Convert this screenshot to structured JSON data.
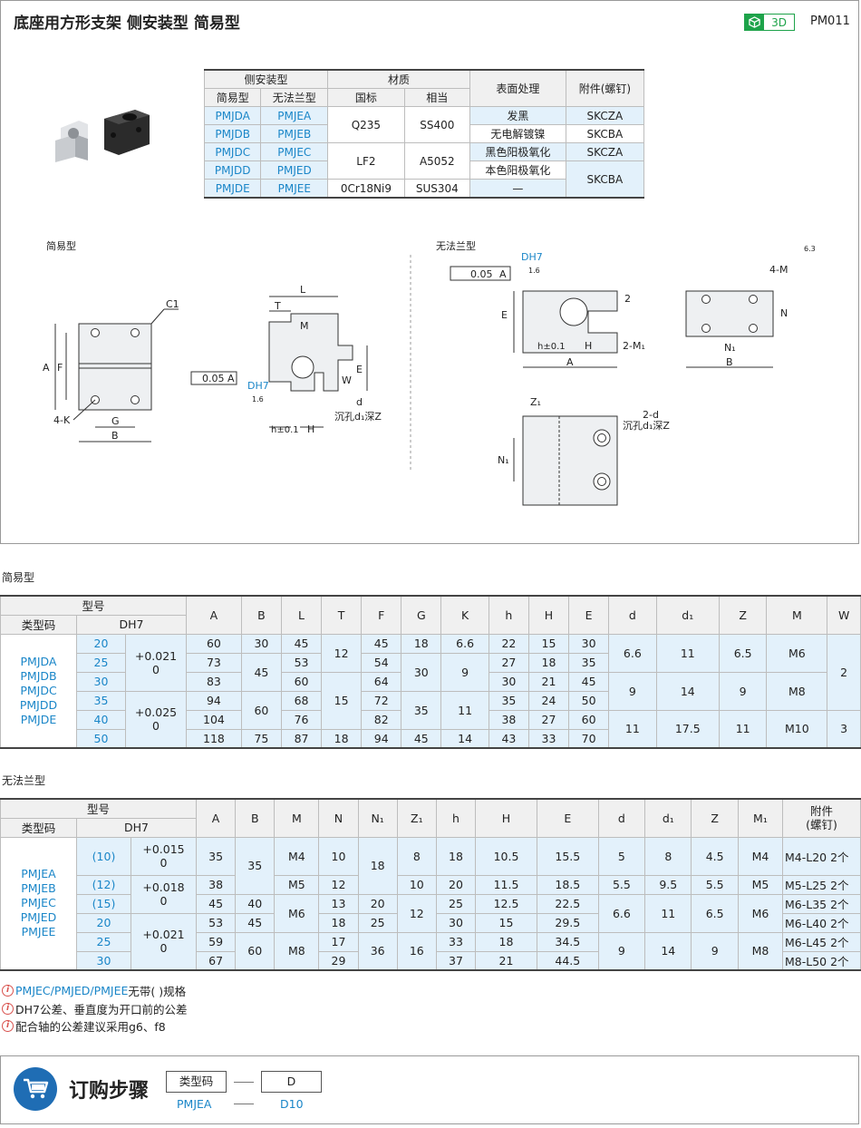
{
  "title": "底座用方形支架  侧安装型  简易型",
  "badge_3d": "3D",
  "product_code": "PM011",
  "colors": {
    "accent_blue": "#1a86c8",
    "light_blue": "#e3f1fb",
    "green": "#1ea34a",
    "cart_blue": "#1f6db4"
  },
  "material_table": {
    "h_side_mount": "侧安装型",
    "h_material": "材质",
    "h_surface": "表面处理",
    "h_accessory": "附件(螺钉)",
    "h_simple": "简易型",
    "h_noflange": "无法兰型",
    "h_gb": "国标",
    "h_equiv": "相当",
    "rows": [
      {
        "simple": "PMJDA",
        "noflange": "PMJEA",
        "surface": "发黑",
        "acc": "SKCZA"
      },
      {
        "simple": "PMJDB",
        "noflange": "PMJEB",
        "surface": "无电解镀镍",
        "acc": "SKCBA"
      },
      {
        "simple": "PMJDC",
        "noflange": "PMJEC",
        "surface": "黑色阳极氧化",
        "acc": "SKCZA"
      },
      {
        "simple": "PMJDD",
        "noflange": "PMJED",
        "surface": "本色阳极氧化",
        "acc": "SKCBA"
      },
      {
        "simple": "PMJDE",
        "noflange": "PMJEE",
        "surface": "—",
        "acc": ""
      }
    ],
    "mat_gb": [
      "Q235",
      "LF2",
      "0Cr18Ni9"
    ],
    "mat_eq": [
      "SS400",
      "A5052",
      "SUS304"
    ]
  },
  "drawing": {
    "label_simple": "简易型",
    "label_noflange": "无法兰型",
    "C1": "C1",
    "A": "A",
    "F": "F",
    "G": "G",
    "B": "B",
    "K4": "4-K",
    "L": "L",
    "T": "T",
    "M": "M",
    "tol": "0.05",
    "datumA": "A",
    "DH7": "DH7",
    "rough": "1.6",
    "W": "W",
    "E": "E",
    "d": "d",
    "counterbore": "沉孔d₁深Z",
    "h01": "h±0.1",
    "H": "H",
    "n2": "2",
    "M1x2": "2-M₁",
    "M4": "4-M",
    "N": "N",
    "N1": "N₁",
    "Z1": "Z₁",
    "d2": "2-d",
    "r63": "6.3"
  },
  "simple_section": "简易型",
  "simple_table": {
    "h_model": "型号",
    "h_type": "类型码",
    "h_dh7": "DH7",
    "cols": [
      "A",
      "B",
      "L",
      "T",
      "F",
      "G",
      "K",
      "h",
      "H",
      "E",
      "d",
      "d₁",
      "Z",
      "M",
      "W"
    ],
    "types": [
      "PMJDA",
      "PMJDB",
      "PMJDC",
      "PMJDD",
      "PMJDE"
    ],
    "D": [
      "20",
      "25",
      "30",
      "35",
      "40",
      "50"
    ],
    "tol": [
      "+0.021\n0",
      "+0.025\n0"
    ],
    "A": [
      "60",
      "73",
      "83",
      "94",
      "104",
      "118"
    ],
    "B": [
      "30",
      "45",
      "60",
      "75"
    ],
    "L": [
      "45",
      "53",
      "60",
      "68",
      "76",
      "87"
    ],
    "T": [
      "12",
      "15",
      "18"
    ],
    "F": [
      "45",
      "54",
      "64",
      "72",
      "82",
      "94"
    ],
    "G": [
      "18",
      "30",
      "35",
      "45"
    ],
    "K": [
      "6.6",
      "9",
      "11",
      "14"
    ],
    "h": [
      "22",
      "27",
      "30",
      "35",
      "38",
      "43"
    ],
    "H": [
      "15",
      "18",
      "21",
      "24",
      "27",
      "33"
    ],
    "E": [
      "30",
      "35",
      "45",
      "50",
      "60",
      "70"
    ],
    "d": [
      "6.6",
      "9",
      "11"
    ],
    "d1": [
      "11",
      "14",
      "17.5"
    ],
    "Z": [
      "6.5",
      "9",
      "11"
    ],
    "M": [
      "M6",
      "M8",
      "M10"
    ],
    "W": [
      "2",
      "3"
    ]
  },
  "noflange_section": "无法兰型",
  "noflange_table": {
    "h_model": "型号",
    "h_type": "类型码",
    "h_dh7": "DH7",
    "cols": [
      "A",
      "B",
      "M",
      "N",
      "N₁",
      "Z₁",
      "h",
      "H",
      "E",
      "d",
      "d₁",
      "Z",
      "M₁"
    ],
    "h_acc": "附件\n(螺钉)",
    "types": [
      "PMJEA",
      "PMJEB",
      "PMJEC",
      "PMJED",
      "PMJEE"
    ],
    "D": [
      "(10)",
      "(12)",
      "(15)",
      "20",
      "25",
      "30"
    ],
    "tol": [
      "+0.015\n0",
      "+0.018\n0",
      "+0.021\n0"
    ],
    "A": [
      "35",
      "38",
      "45",
      "53",
      "59",
      "67"
    ],
    "B": [
      "35",
      "40",
      "45",
      "60"
    ],
    "M": [
      "M4",
      "M5",
      "M6",
      "M8"
    ],
    "N": [
      "10",
      "12",
      "13",
      "18",
      "17",
      "29"
    ],
    "N1": [
      "18",
      "20",
      "25",
      "36"
    ],
    "Z1": [
      "8",
      "10",
      "12",
      "16"
    ],
    "h": [
      "18",
      "20",
      "25",
      "30",
      "33",
      "37"
    ],
    "H": [
      "10.5",
      "11.5",
      "12.5",
      "15",
      "18",
      "21"
    ],
    "E": [
      "15.5",
      "18.5",
      "22.5",
      "29.5",
      "34.5",
      "44.5"
    ],
    "d": [
      "5",
      "5.5",
      "6.6",
      "9"
    ],
    "d1": [
      "8",
      "9.5",
      "11",
      "14"
    ],
    "Z": [
      "4.5",
      "5.5",
      "6.5",
      "9"
    ],
    "M1": [
      "M4",
      "M5",
      "M6",
      "M8"
    ],
    "acc": [
      "M4-L20  2个",
      "M5-L25  2个",
      "M6-L35  2个",
      "M6-L40  2个",
      "M6-L45  2个",
      "M8-L50  2个"
    ]
  },
  "notes": {
    "n1_blue": "PMJEC/PMJED/PMJEE",
    "n1_rest": "无带( )规格",
    "n2": "DH7公差、垂直度为开口前的公差",
    "n3": "配合轴的公差建议采用g6、f8"
  },
  "order": {
    "title": "订购步骤",
    "type_code_label": "类型码",
    "d_label": "D",
    "example_type": "PMJEA",
    "example_d": "D10"
  }
}
